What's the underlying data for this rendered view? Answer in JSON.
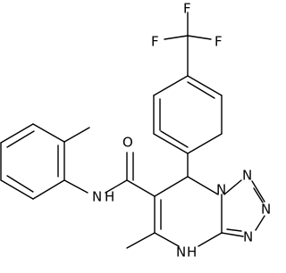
{
  "structure": {
    "atoms": {
      "fluorine_top": "F",
      "fluorine_left": "F",
      "fluorine_right": "F",
      "amide_oxygen": "O",
      "amide_nitrogen": "N",
      "amide_hydrogen": "H",
      "tetrazole_n1": "N",
      "tetrazole_n2": "N",
      "tetrazole_n3": "N",
      "tetrazole_n4": "N",
      "ring_nitrogen": "N",
      "ring_hydrogen": "H"
    }
  }
}
